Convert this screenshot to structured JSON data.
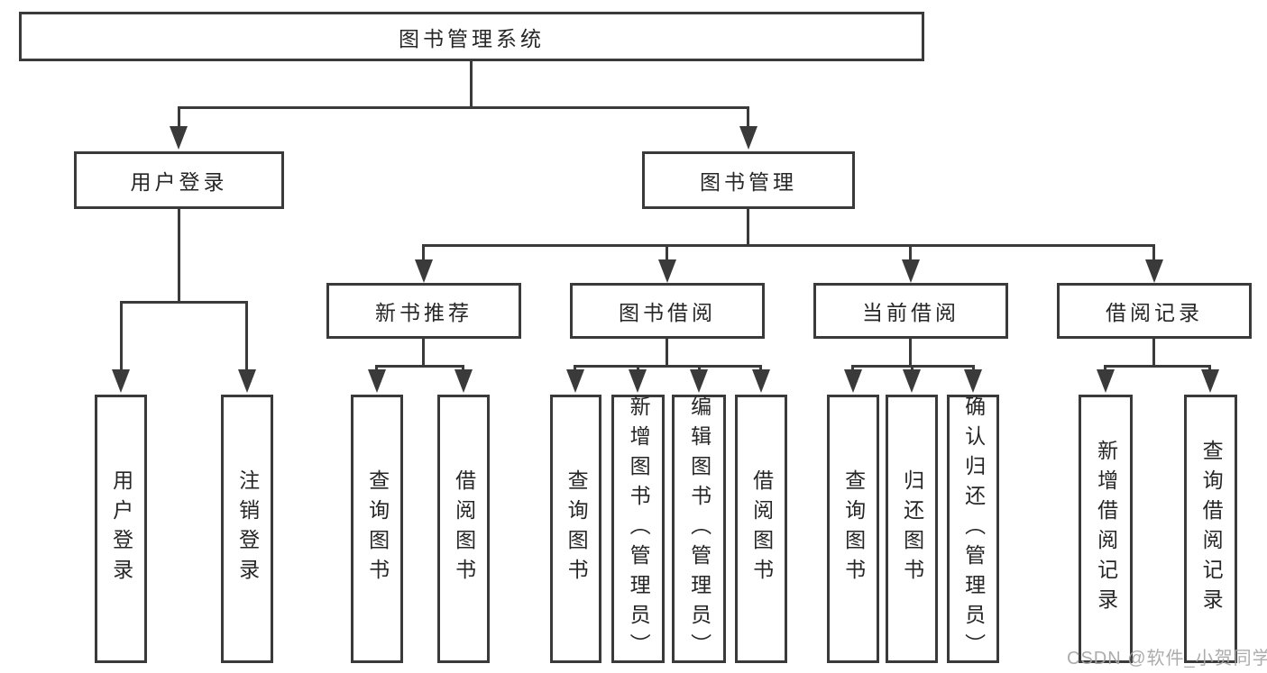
{
  "nodes": {
    "root": {
      "label": "图书管理系统"
    },
    "user_login": {
      "label": "用户登录"
    },
    "book_mgmt": {
      "label": "图书管理"
    },
    "new_book_rec": {
      "label": "新书推荐"
    },
    "book_borrow": {
      "label": "图书借阅"
    },
    "current_borrow": {
      "label": "当前借阅"
    },
    "borrow_records": {
      "label": "借阅记录"
    },
    "leaf_user_login": {
      "label": "用户登录"
    },
    "leaf_logout": {
      "label": "注销登录"
    },
    "leaf_rec_query_book": {
      "label": "查询图书"
    },
    "leaf_rec_borrow_book": {
      "label": "借阅图书"
    },
    "leaf_bb_query_book": {
      "label": "查询图书"
    },
    "leaf_bb_add_book": {
      "label": "新增图书（管理员）"
    },
    "leaf_bb_edit_book": {
      "label": "编辑图书（管理员）"
    },
    "leaf_bb_borrow_book": {
      "label": "借阅图书"
    },
    "leaf_cb_query_book": {
      "label": "查询图书"
    },
    "leaf_cb_return_book": {
      "label": "归还图书"
    },
    "leaf_cb_confirm_return": {
      "label": "确认归还（管理员）"
    },
    "leaf_br_add_record": {
      "label": "新增借阅记录"
    },
    "leaf_br_query_record": {
      "label": "查询借阅记录"
    }
  },
  "watermark": {
    "text": "CSDN @软件_小贺同学"
  },
  "colors": {
    "line": "#3a3a3a",
    "node_border": "#3a3a3a",
    "node_fill": "#ffffff",
    "text": "#262626",
    "watermark": "#a5a5a5",
    "background": "#ffffff"
  }
}
